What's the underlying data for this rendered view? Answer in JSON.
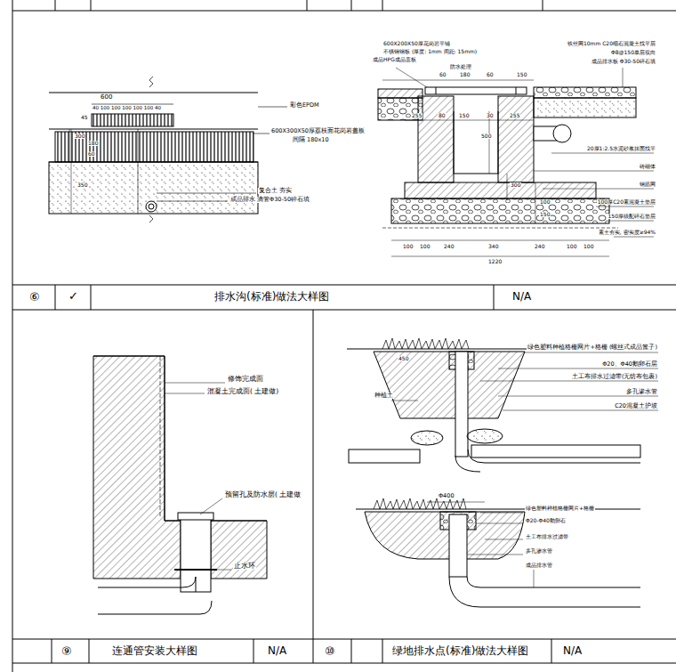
{
  "diagram": {
    "labels": [
      "600",
      "40 100 100 100 100 100 40",
      "45",
      "300",
      "180",
      "60",
      "350",
      "彩色EPDM",
      "600X300X50厚荔枝面花岗岩盖板",
      "间隔 180x10",
      "复合土 夯实",
      "成品排水 滴管Φ30-50碎石填",
      "600X200X50厚花岗岩平铺",
      "不锈钢钢板 (厚度: 1mm 间距: 15mm)",
      "成品HPG成品盖板",
      "防水处理",
      "铁丝网10mm C20细石混凝土找平层",
      "Φ8@150单层双向",
      "成品排水板 Φ30-50碎石填",
      "60",
      "180",
      "60",
      "150",
      "255",
      "80",
      "150",
      "30",
      "255",
      "500",
      "300",
      "100",
      "150",
      "100",
      "100",
      "240",
      "340",
      "240",
      "100",
      "100",
      "1220",
      "20厚1:2.5水泥砂浆抹面找平",
      "砖砌体",
      "钢筋网",
      "100厚C20素混凝土垫层",
      "150厚级配碎石垫层",
      "素土夯实, 密实度≥94%",
      "⑥",
      "✓",
      "排水沟(标准)做法大样图",
      "N/A",
      "修饰完成面",
      "混凝土完成面( 土建做)",
      "预留孔及防水层( 土建做",
      "止水环",
      "绿色塑料种植格栅网片+格栅 (螺丝式成品篦子)",
      "Φ20、Φ40鹅卵石层",
      "土工布排水过滤带(无纺布包裹)",
      "多孔渗水管",
      "C20混凝土护坡",
      "种植土",
      "450",
      "Φ400",
      "绿色塑料种植格栅网片+格栅",
      "Φ20-Φ40鹅卵石",
      "土工布排水过滤带",
      "多孔渗水管",
      "成品排水管",
      "⑨",
      "连通管安装大样图",
      "N/A",
      "⑩",
      "绿地排水点(标准)做法大样图",
      "N/A"
    ]
  }
}
